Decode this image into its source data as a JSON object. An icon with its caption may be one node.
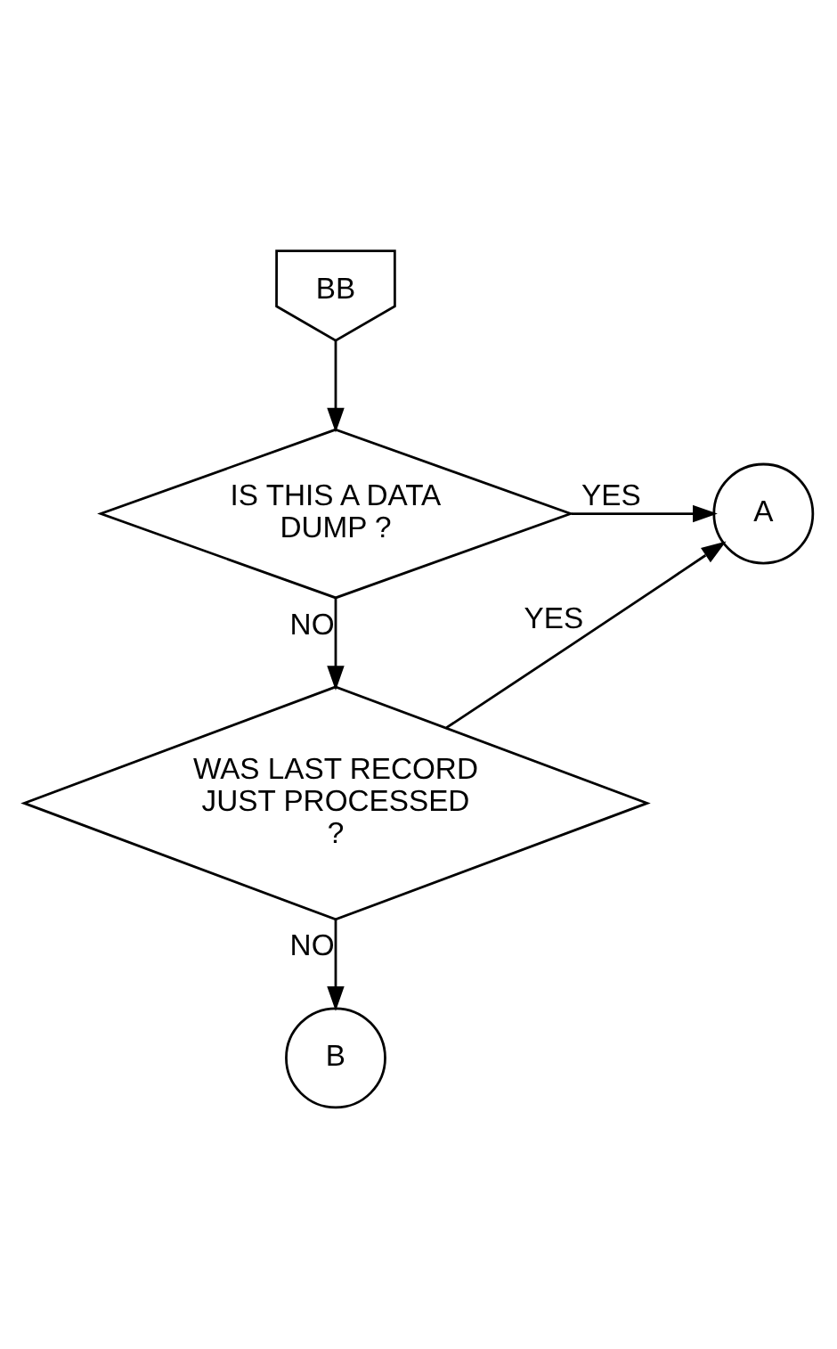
{
  "diagram": {
    "nodes": [
      {
        "text": [
          "BB"
        ]
      },
      {
        "text": [
          "IS THIS A DATA DUMP ?"
        ]
      },
      {
        "text": [
          "A"
        ]
      },
      {
        "text": [
          "WAS LAST RECORD JUST PROCESSED ?"
        ]
      },
      {
        "text": [
          "B"
        ]
      }
    ],
    "edges": [
      {
        "from": 0,
        "to": 1,
        "arrow": "to"
      },
      {
        "from": 1,
        "to": 2,
        "arrow": "to",
        "label": "YES"
      },
      {
        "from": 1,
        "to": 3,
        "arrow": "to",
        "label": "NO"
      },
      {
        "from": 3,
        "to": 2,
        "arrow": "to",
        "label": "YES"
      },
      {
        "from": 3,
        "to": 4,
        "arrow": "to",
        "label": "NO"
      }
    ]
  }
}
